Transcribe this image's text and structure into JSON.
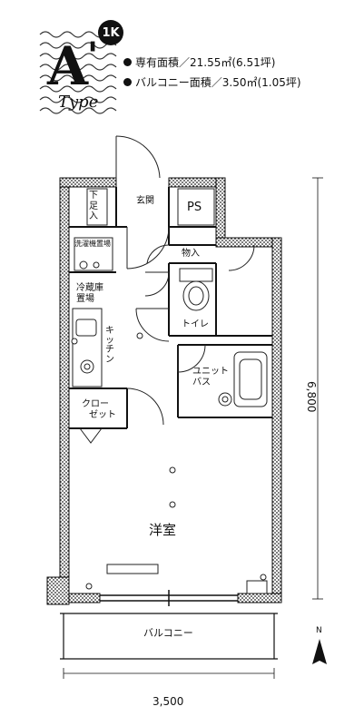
{
  "header": {
    "type_letter": "A",
    "type_prime": "'",
    "type_word": "Type",
    "layout_badge": "1K",
    "specs": [
      {
        "label": "専有面積／21.55㎡(6.51坪)"
      },
      {
        "label": "バルコニー面積／3.50㎡(1.05坪)"
      }
    ]
  },
  "rooms": {
    "entrance": "玄関",
    "shoe_box_1": "下",
    "shoe_box_2": "足",
    "shoe_box_3": "入",
    "ps": "PS",
    "storage": "物入",
    "washer": "洗濯機置場",
    "fridge_1": "冷蔵庫",
    "fridge_2": "置場",
    "kitchen": "キッチン",
    "toilet": "トイレ",
    "unit_bath_1": "ユニット",
    "unit_bath_2": "バス",
    "closet_1": "クロー",
    "closet_2": "ゼット",
    "western_room": "洋室",
    "balcony": "バルコニー"
  },
  "dimensions": {
    "width": "3,500",
    "depth": "6,800"
  },
  "compass": {
    "north": "N"
  }
}
